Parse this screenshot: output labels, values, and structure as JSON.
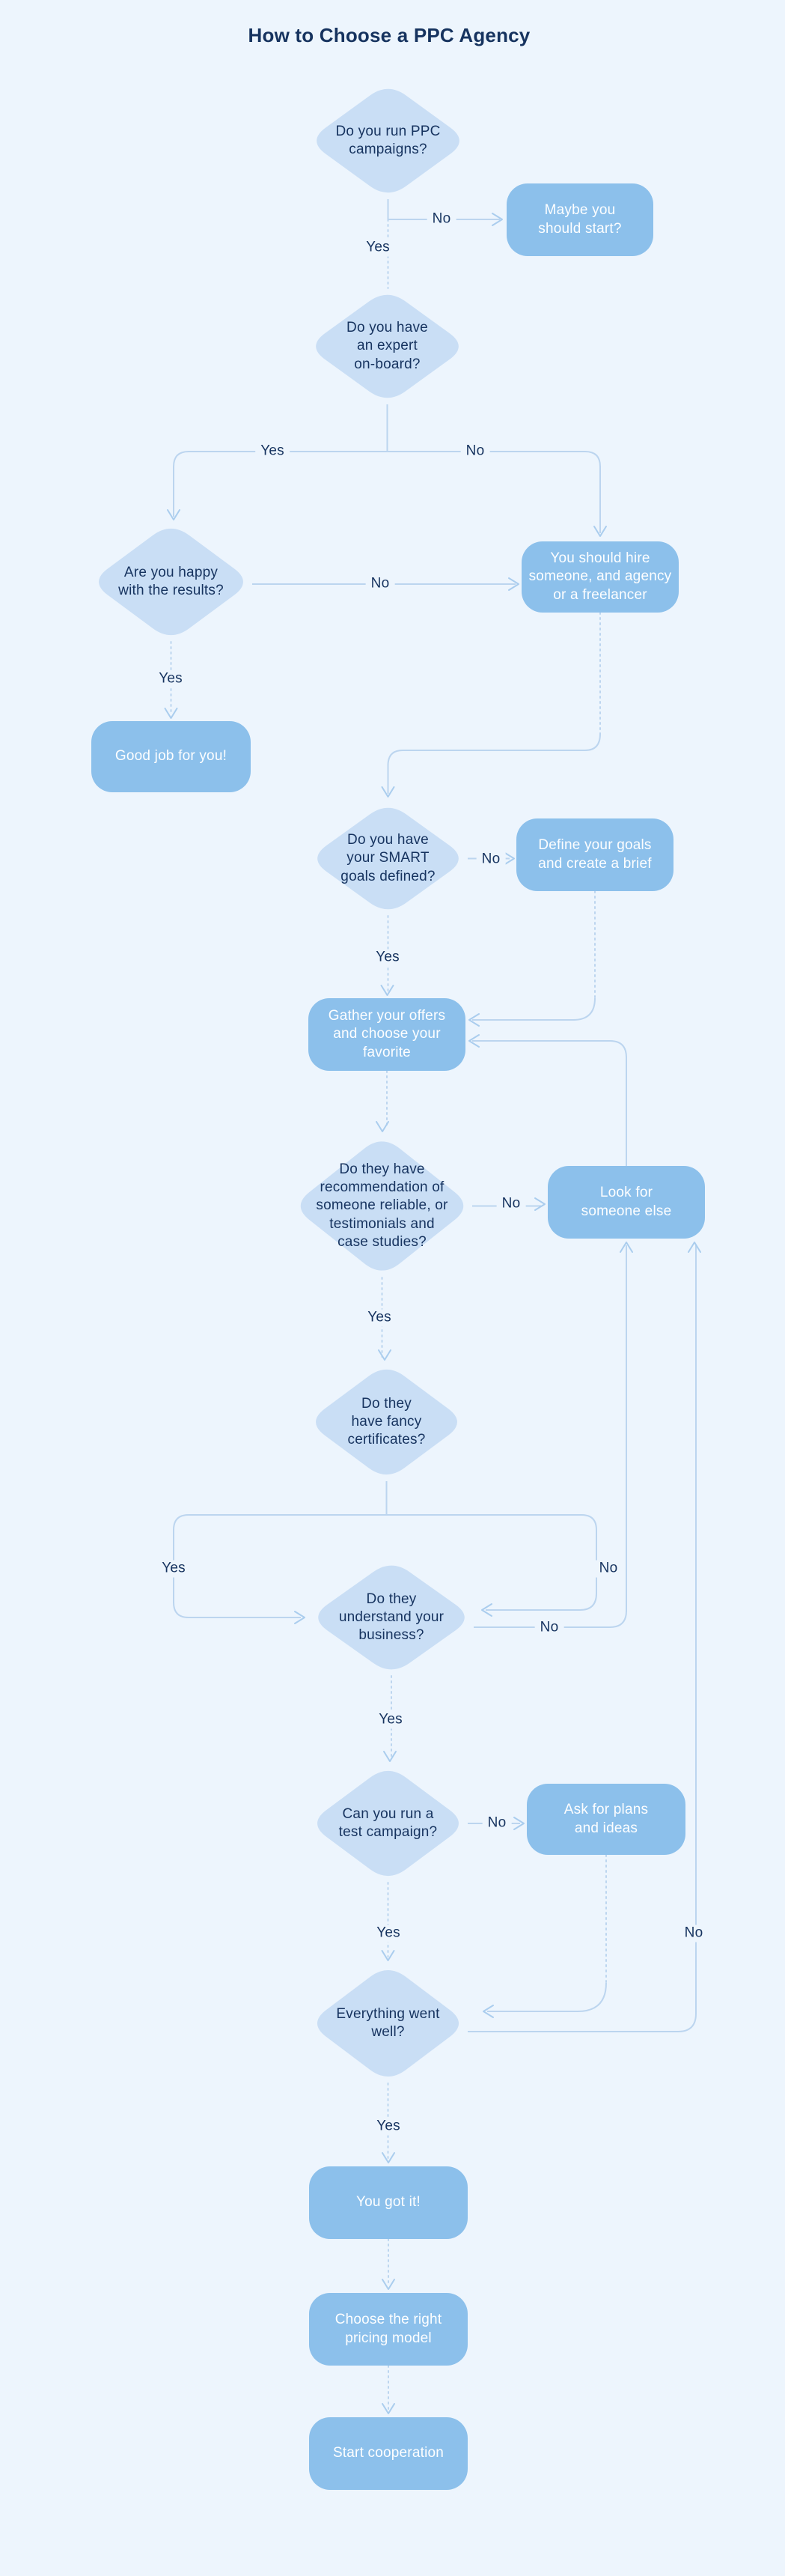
{
  "title": "How to Choose a PPC Agency",
  "colors": {
    "background": "#edf5fd",
    "decision_fill": "#c9def5",
    "action_fill": "#8cc0eb",
    "connector_line": "#bcd5ef",
    "text_dark": "#16335f",
    "text_light": "#fdfeff"
  },
  "flowchart": {
    "nodes": {
      "q_run_ppc": {
        "type": "decision",
        "label": "Do you run PPC\ncampaigns?"
      },
      "maybe_start": {
        "type": "action",
        "label": "Maybe you\nshould start?"
      },
      "q_expert": {
        "type": "decision",
        "label": "Do you have\nan expert\non-board?"
      },
      "q_happy": {
        "type": "decision",
        "label": "Are you happy\nwith the results?"
      },
      "hire_someone": {
        "type": "action",
        "label": "You should hire\nsomeone, and agency\nor a freelancer"
      },
      "good_job": {
        "type": "action",
        "label": "Good job for you!"
      },
      "q_smart_goals": {
        "type": "decision",
        "label": "Do you have\nyour SMART\ngoals defined?"
      },
      "define_goals": {
        "type": "action",
        "label": "Define your goals\nand create a brief"
      },
      "gather_offers": {
        "type": "action",
        "label": "Gather your offers\nand choose your\nfavorite"
      },
      "q_recommendation": {
        "type": "decision",
        "label": "Do they have\nrecommendation of\nsomeone reliable, or\ntestimonials and\ncase studies?"
      },
      "look_someone_else": {
        "type": "action",
        "label": "Look for\nsomeone else"
      },
      "q_certificates": {
        "type": "decision",
        "label": "Do they\nhave fancy\ncertificates?"
      },
      "q_understand": {
        "type": "decision",
        "label": "Do they\nunderstand your\nbusiness?"
      },
      "q_test_campaign": {
        "type": "decision",
        "label": "Can you run a\ntest campaign?"
      },
      "ask_plans": {
        "type": "action",
        "label": "Ask for plans\nand ideas"
      },
      "q_went_well": {
        "type": "decision",
        "label": "Everything went\nwell?"
      },
      "you_got_it": {
        "type": "action",
        "label": "You got it!"
      },
      "pricing_model": {
        "type": "action",
        "label": "Choose the right\npricing model"
      },
      "start_cooperation": {
        "type": "action",
        "label": "Start cooperation"
      }
    },
    "edge_labels": {
      "run_ppc_no": "No",
      "run_ppc_yes": "Yes",
      "expert_yes": "Yes",
      "expert_no": "No",
      "happy_no": "No",
      "happy_yes": "Yes",
      "smart_no": "No",
      "smart_yes": "Yes",
      "recommendation_no": "No",
      "recommendation_yes": "Yes",
      "certificates_yes": "Yes",
      "certificates_no": "No",
      "understand_in_no": "No",
      "understand_out_no": "No",
      "understand_yes": "Yes",
      "test_no": "No",
      "test_yes": "Yes",
      "went_well_no": "No",
      "went_well_yes": "Yes"
    }
  }
}
